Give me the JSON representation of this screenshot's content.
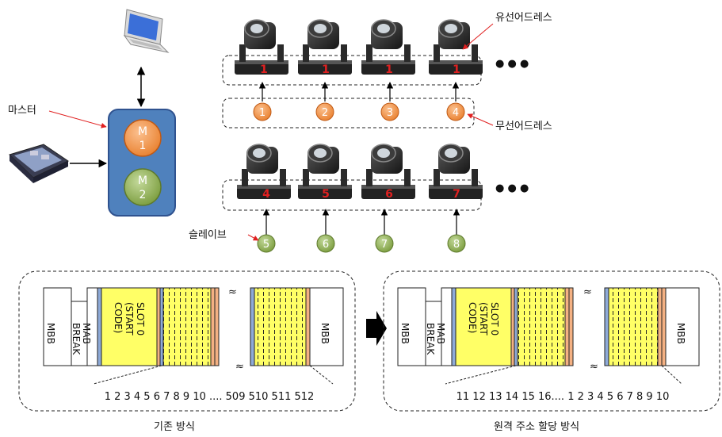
{
  "labels": {
    "master": "마스터",
    "slave": "슬레이브",
    "wired_address": "유선어드레스",
    "wireless_address": "무선어드레스",
    "ellipsis": "● ● ●",
    "conventional_method": "기존 방식",
    "remote_method": "원격 주소 할당 방식"
  },
  "master_box": {
    "m1": [
      "M",
      "1"
    ],
    "m2": [
      "M",
      "2"
    ]
  },
  "row1": {
    "wired": [
      "1",
      "1",
      "1",
      "1"
    ],
    "wireless": [
      "1",
      "2",
      "3",
      "4"
    ]
  },
  "row2": {
    "wired": [
      "4",
      "5",
      "6",
      "7"
    ],
    "slaves": [
      "5",
      "6",
      "7",
      "8"
    ]
  },
  "packet": {
    "mbb": "MBB",
    "mab": "MAB",
    "break": "BREAK",
    "slot0": "SLOT 0",
    "start": "(START",
    "code": "CODE)",
    "break_mark": "≈"
  },
  "sequences": {
    "conventional": "1 2 3 4 5 6 7 8 9 10 .... 509 510 511 512",
    "remote": "11 12 13 14 15 16.... 1 2 3 4 5 6 7 8 9 10"
  },
  "colors": {
    "master_box": "#4f81bd",
    "orange": "#f79646",
    "green": "#9bbb59",
    "yellow": "#ffff66",
    "blue_strip": "#8eaad8",
    "salmon_strip": "#f4b183"
  }
}
